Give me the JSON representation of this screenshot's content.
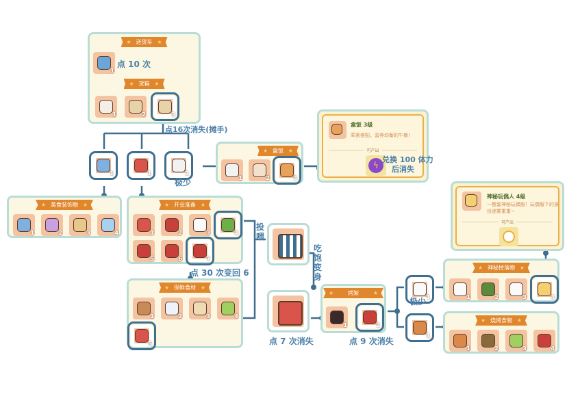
{
  "colors": {
    "line": "#3f6e8e",
    "banner": "#e0862c",
    "note": "#4a7fa8",
    "panel_border": "#b9ddd6"
  },
  "delivery": {
    "title": "送货车",
    "truck": [
      {
        "level": "1",
        "icon": "truck-icon",
        "color": "#6aa6d8"
      }
    ],
    "note": "点 10 次"
  },
  "crate": {
    "title": "货箱",
    "tiles": [
      {
        "level": "1",
        "icon": "box-icon",
        "color": "#f3efe6"
      },
      {
        "level": "2",
        "icon": "boxes-icon",
        "color": "#e8d2a8"
      },
      {
        "level": "3",
        "icon": "stall-boxes-icon",
        "color": "#e8d2a8",
        "hl": true
      }
    ],
    "note": "点16次消失(摊手)"
  },
  "branch": [
    {
      "level": "1",
      "icon": "bunting-icon",
      "color": "#7fb0e0",
      "hl": true
    },
    {
      "level": "1",
      "icon": "sign-icon",
      "color": "#d9544a",
      "hl": true
    },
    {
      "level": "1",
      "icon": "lunchbox-icon",
      "color": "#f2f2f2",
      "hl": true
    }
  ],
  "rare1": "极少",
  "bento": {
    "title": "盒饭",
    "tiles": [
      {
        "level": "1",
        "icon": "empty-box-icon",
        "color": "#f2f2f2"
      },
      {
        "level": "2",
        "icon": "box-food-icon",
        "color": "#f2e2cc"
      },
      {
        "level": "3",
        "icon": "bento-icon",
        "color": "#e9a25a",
        "hl": true
      }
    ]
  },
  "bento_card": {
    "title": "盒饭 3级",
    "desc": "荤素搭配，营养均衡的午餐!",
    "produces": "可产出",
    "note1": "兑换 100 体力",
    "note2": "后消失",
    "icon": "energy-orb-icon"
  },
  "decor": {
    "title": "美食装饰物",
    "tiles": [
      {
        "level": "1",
        "icon": "bunting-icon",
        "color": "#7fb0e0"
      },
      {
        "level": "2",
        "icon": "balloons-icon",
        "color": "#c9a0e0"
      },
      {
        "level": "3",
        "icon": "lights-icon",
        "color": "#e8c88a"
      },
      {
        "level": "4",
        "icon": "drink-icon",
        "color": "#a8d0f0"
      }
    ]
  },
  "opening": {
    "title": "开业准备",
    "row1": [
      {
        "level": "1",
        "icon": "sign-icon",
        "color": "#d9544a"
      },
      {
        "level": "2",
        "icon": "bucket-icon",
        "color": "#c9403a"
      },
      {
        "level": "3",
        "icon": "chef-hat-icon",
        "color": "#fafafa"
      },
      {
        "level": "4",
        "icon": "jar-icon",
        "color": "#6cb04a",
        "hl": true
      }
    ],
    "row2": [
      {
        "level": "5",
        "icon": "table-icon",
        "color": "#c9403a"
      },
      {
        "level": "6",
        "icon": "fridge-icon",
        "color": "#c9403a"
      },
      {
        "level": "7",
        "icon": "cart-box-icon",
        "color": "#c9403a",
        "hl": true
      }
    ],
    "note": "点 30 次变回 6"
  },
  "feed": "投喂",
  "transform": "吃饱变身",
  "cart": {
    "icon": "food-cart-icon",
    "color": "#3f6e8e"
  },
  "fruit_cart": {
    "icon": "fruit-cart-icon",
    "color": "#d9544a",
    "note": "点 7 次消失"
  },
  "fresh": {
    "title": "保鲜食材",
    "tiles": [
      {
        "level": "1",
        "icon": "eggs-icon",
        "color": "#c98a5a"
      },
      {
        "level": "2",
        "icon": "milk-icon",
        "color": "#eef2fa"
      },
      {
        "level": "3",
        "icon": "chicken-icon",
        "color": "#f0dcb4"
      },
      {
        "level": "4",
        "icon": "fruit-icon",
        "color": "#9fd060"
      }
    ],
    "row2": [
      {
        "level": "5",
        "icon": "meat-icon",
        "color": "#d9544a",
        "hl": true
      }
    ]
  },
  "grill": {
    "title": "烤架",
    "tiles": [
      {
        "level": "1",
        "icon": "grill-icon",
        "color": "#3a2a2a"
      },
      {
        "level": "2",
        "icon": "grill-food-icon",
        "color": "#c9403a",
        "hl": true
      }
    ],
    "note": "点 9 次消失"
  },
  "grill_out": [
    {
      "level": "1",
      "icon": "tofu-icon",
      "color": "#fafafa",
      "hl": true
    },
    {
      "level": "1",
      "icon": "toast-icon",
      "color": "#d98a4a",
      "hl": true
    }
  ],
  "rare2": "极少",
  "mystery": {
    "title": "神秘掉落物",
    "tiles": [
      {
        "level": "1",
        "icon": "tofu-icon",
        "color": "#fafafa"
      },
      {
        "level": "2",
        "icon": "frog-icon",
        "color": "#5a8a3a"
      },
      {
        "level": "3",
        "icon": "fried-egg-icon",
        "color": "#fafafa"
      },
      {
        "level": "4",
        "icon": "doll-icon",
        "color": "#f4d070",
        "hl": true
      }
    ]
  },
  "doll_card": {
    "title": "神秘玩偶人 4级",
    "desc": "一整套神秘玩偶服！玩偶服下的身份迷雾重重~",
    "produces": "可产出",
    "icon": "fried-eggs-icon"
  },
  "bbq": {
    "title": "烧烤食物",
    "tiles": [
      {
        "level": "1",
        "icon": "toast-icon",
        "color": "#d98a4a"
      },
      {
        "level": "2",
        "icon": "skewer-plate-icon",
        "color": "#8a6a3a"
      },
      {
        "level": "3",
        "icon": "salad-icon",
        "color": "#9fd060"
      },
      {
        "level": "4",
        "icon": "lobster-icon",
        "color": "#c9403a"
      }
    ]
  }
}
